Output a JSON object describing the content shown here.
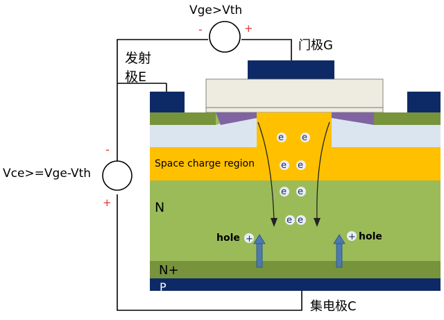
{
  "labels": {
    "vge": "Vge>Vth",
    "vge_minus": "-",
    "vge_plus": "+",
    "gate": "门极G",
    "emitter_line1": "发射",
    "emitter_line2": "极E",
    "vce": "Vce>=Vge-Vth",
    "vce_minus": "-",
    "vce_plus": "+",
    "space_charge": "Space charge region",
    "n_layer": "N",
    "nplus_layer": "N+",
    "p_layer": "P",
    "collector": "集电极C",
    "hole_left": "hole",
    "hole_right": "hole",
    "hole_sign": "+",
    "electron": "e"
  },
  "colors": {
    "metal": "#0e2a66",
    "oxide": "#eeece1",
    "p_well": "#dbe5f0",
    "n_emitter": "#77933c",
    "n_drift": "#9bbb59",
    "n_plus": "#77933c",
    "p_sub": "#0e2a66",
    "space_charge": "#ffc000",
    "channel": "#8064a2",
    "arrow": "#4a7ab0",
    "sign_red": "#e03030"
  }
}
